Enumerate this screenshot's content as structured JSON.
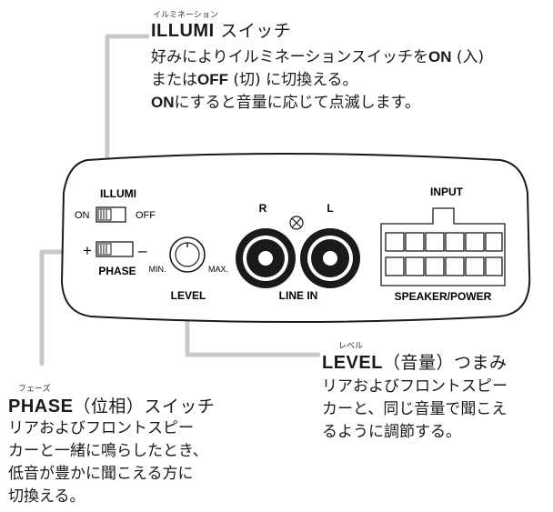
{
  "illumi": {
    "ruby": "イルミネーション",
    "title_bold": "ILLUMI",
    "title_rest": " スイッチ",
    "line1_a": "好みによりイルミネーションスイッチを",
    "line1_b": "ON",
    "line1_c": " (入)",
    "line2_a": "または",
    "line2_b": "OFF",
    "line2_c": " (切) に切換える。",
    "line3_a": "ON",
    "line3_b": "にすると音量に応じて点滅します。"
  },
  "level": {
    "ruby": "レベル",
    "title_bold": "LEVEL",
    "title_rest": "（音量）つまみ",
    "lines": [
      "リアおよびフロントスピー",
      "カーと、同じ音量で聞こえ",
      "るように調節する。"
    ]
  },
  "phase": {
    "ruby": "フェーズ",
    "title_bold": "PHASE",
    "title_rest": "（位相）スイッチ",
    "lines": [
      "リアおよびフロントスピー",
      "カーと一緒に鳴らしたとき、",
      "低音が豊かに聞こえる方に",
      "切換える。"
    ]
  },
  "panel": {
    "illumi_label": "ILLUMI",
    "on_label": "ON",
    "off_label": "OFF",
    "plus": "+",
    "minus": "–",
    "phase_label": "PHASE",
    "min_label": "MIN.",
    "max_label": "MAX.",
    "level_label": "LEVEL",
    "r_label": "R",
    "l_label": "L",
    "line_in_label": "LINE IN",
    "input_label": "INPUT",
    "speaker_power_label": "SPEAKER/POWER"
  }
}
